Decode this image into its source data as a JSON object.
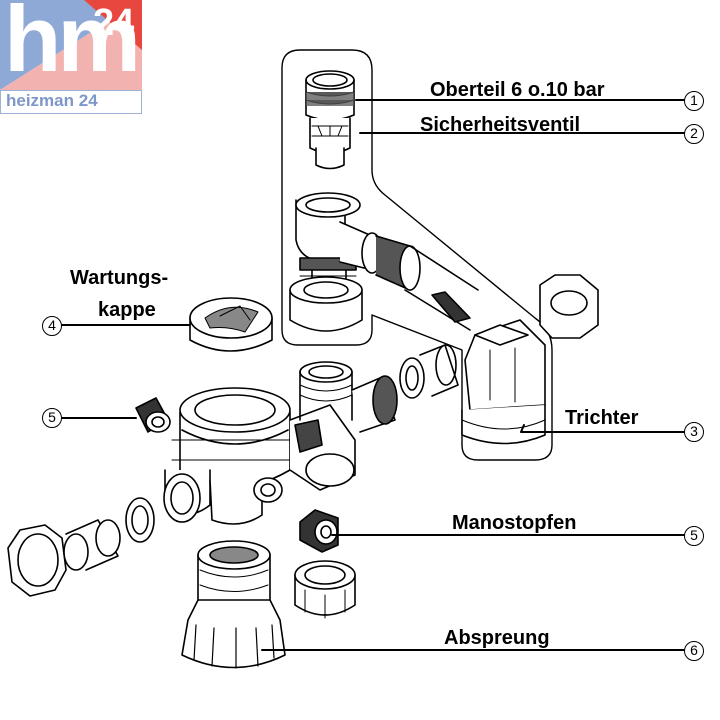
{
  "logo": {
    "text": "hm",
    "superscript": "24",
    "subtitle": "heizman 24",
    "color_blue": "#8fa9d6",
    "color_red": "#e8473f",
    "color_pink": "#f0a3a3"
  },
  "labels": [
    {
      "id": "oberteil",
      "text": "Oberteil 6 o.10 bar",
      "number": "1"
    },
    {
      "id": "sicherheitsventil",
      "text": "Sicherheitsventil",
      "number": "2"
    },
    {
      "id": "trichter",
      "text": "Trichter",
      "number": "3"
    },
    {
      "id": "wartungskappe",
      "line1": "Wartungs-",
      "line2": "kappe",
      "number": "4"
    },
    {
      "id": "manostopfen-left",
      "number": "5"
    },
    {
      "id": "manostopfen",
      "text": "Manostopfen",
      "number": "5"
    },
    {
      "id": "abspreung",
      "text": "Abspreung",
      "number": "6"
    }
  ]
}
